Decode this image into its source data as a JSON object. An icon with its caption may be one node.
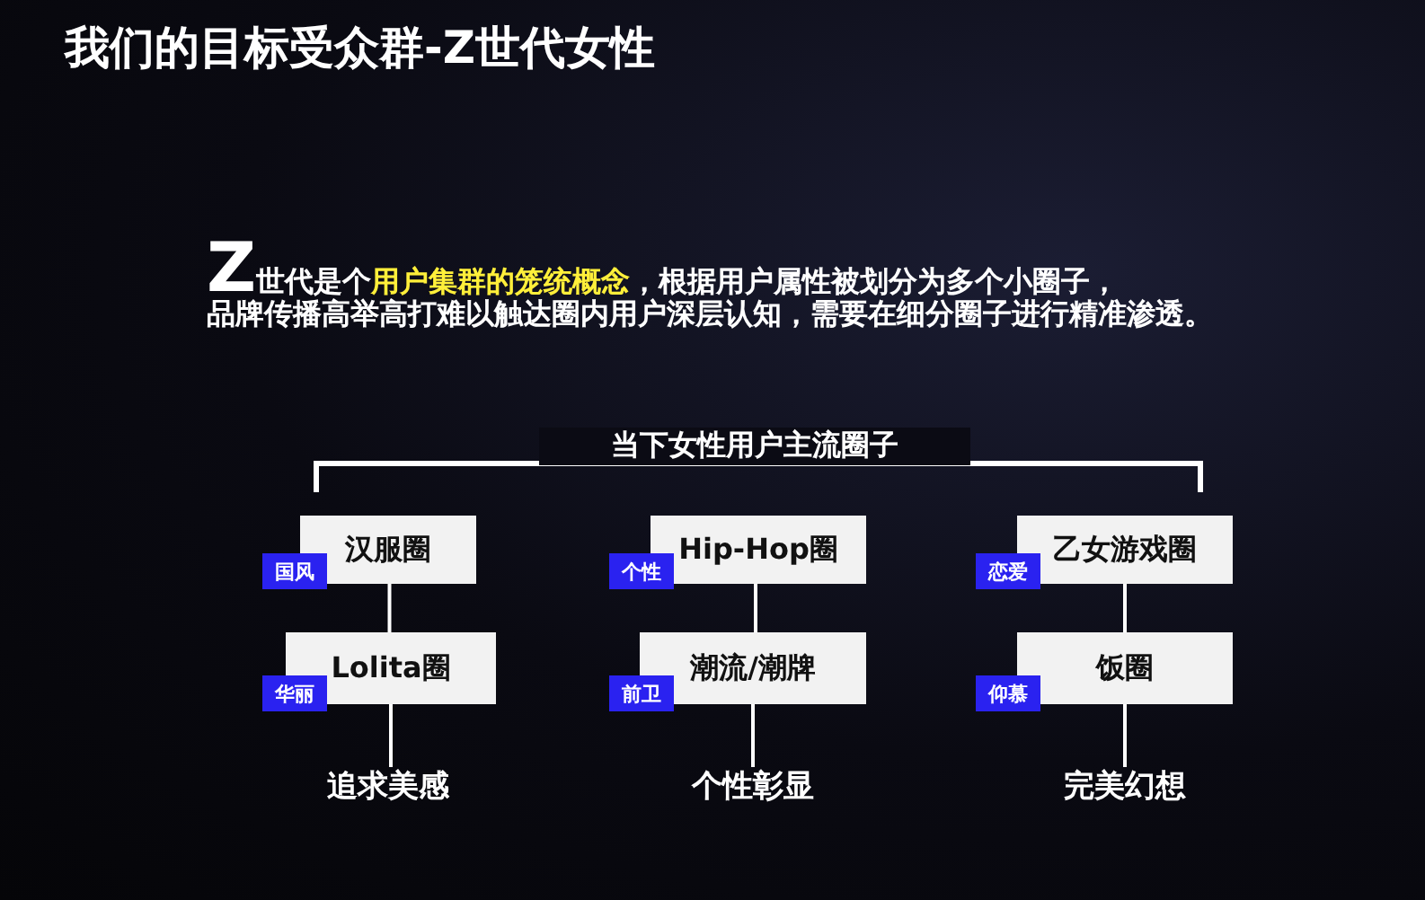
{
  "diagram": {
    "title": "我们的目标受众群-Z世代女性",
    "nodes": [
      {
        "text": [
          "汉服圈"
        ]
      },
      {
        "text": [
          "国风"
        ]
      },
      {
        "text": [
          "Hip-Hop圈"
        ]
      },
      {
        "text": [
          "个性"
        ]
      },
      {
        "text": [
          "乙女游戏圈"
        ]
      },
      {
        "text": [
          "恋爱"
        ]
      },
      {
        "text": [
          "Lolita圈"
        ]
      },
      {
        "text": [
          "华丽"
        ]
      },
      {
        "text": [
          "潮流/潮牌"
        ]
      },
      {
        "text": [
          "前卫"
        ]
      },
      {
        "text": [
          "饭圈"
        ]
      },
      {
        "text": [
          "仰慕"
        ]
      },
      {
        "text": [
          "追求美感"
        ]
      },
      {
        "text": [
          "个性彰显"
        ]
      },
      {
        "text": [
          "完美幻想"
        ]
      }
    ],
    "edges": [
      {
        "from": 0,
        "to": 6,
        "arrow": "none"
      },
      {
        "from": 6,
        "to": 12,
        "arrow": "none"
      },
      {
        "from": 2,
        "to": 8,
        "arrow": "none"
      },
      {
        "from": 8,
        "to": 13,
        "arrow": "none"
      },
      {
        "from": 4,
        "to": 10,
        "arrow": "none"
      },
      {
        "from": 10,
        "to": 14,
        "arrow": "none"
      }
    ],
    "labels": [
      "Z世代是个**用户集群的笼统概念**，根据用户属性被划分为多个小圈子，",
      "品牌传播高举高打难以触达圈内用户深层认知，需要在细分圈子进行精准渗透。",
      "当下女性用户主流圈子"
    ]
  }
}
